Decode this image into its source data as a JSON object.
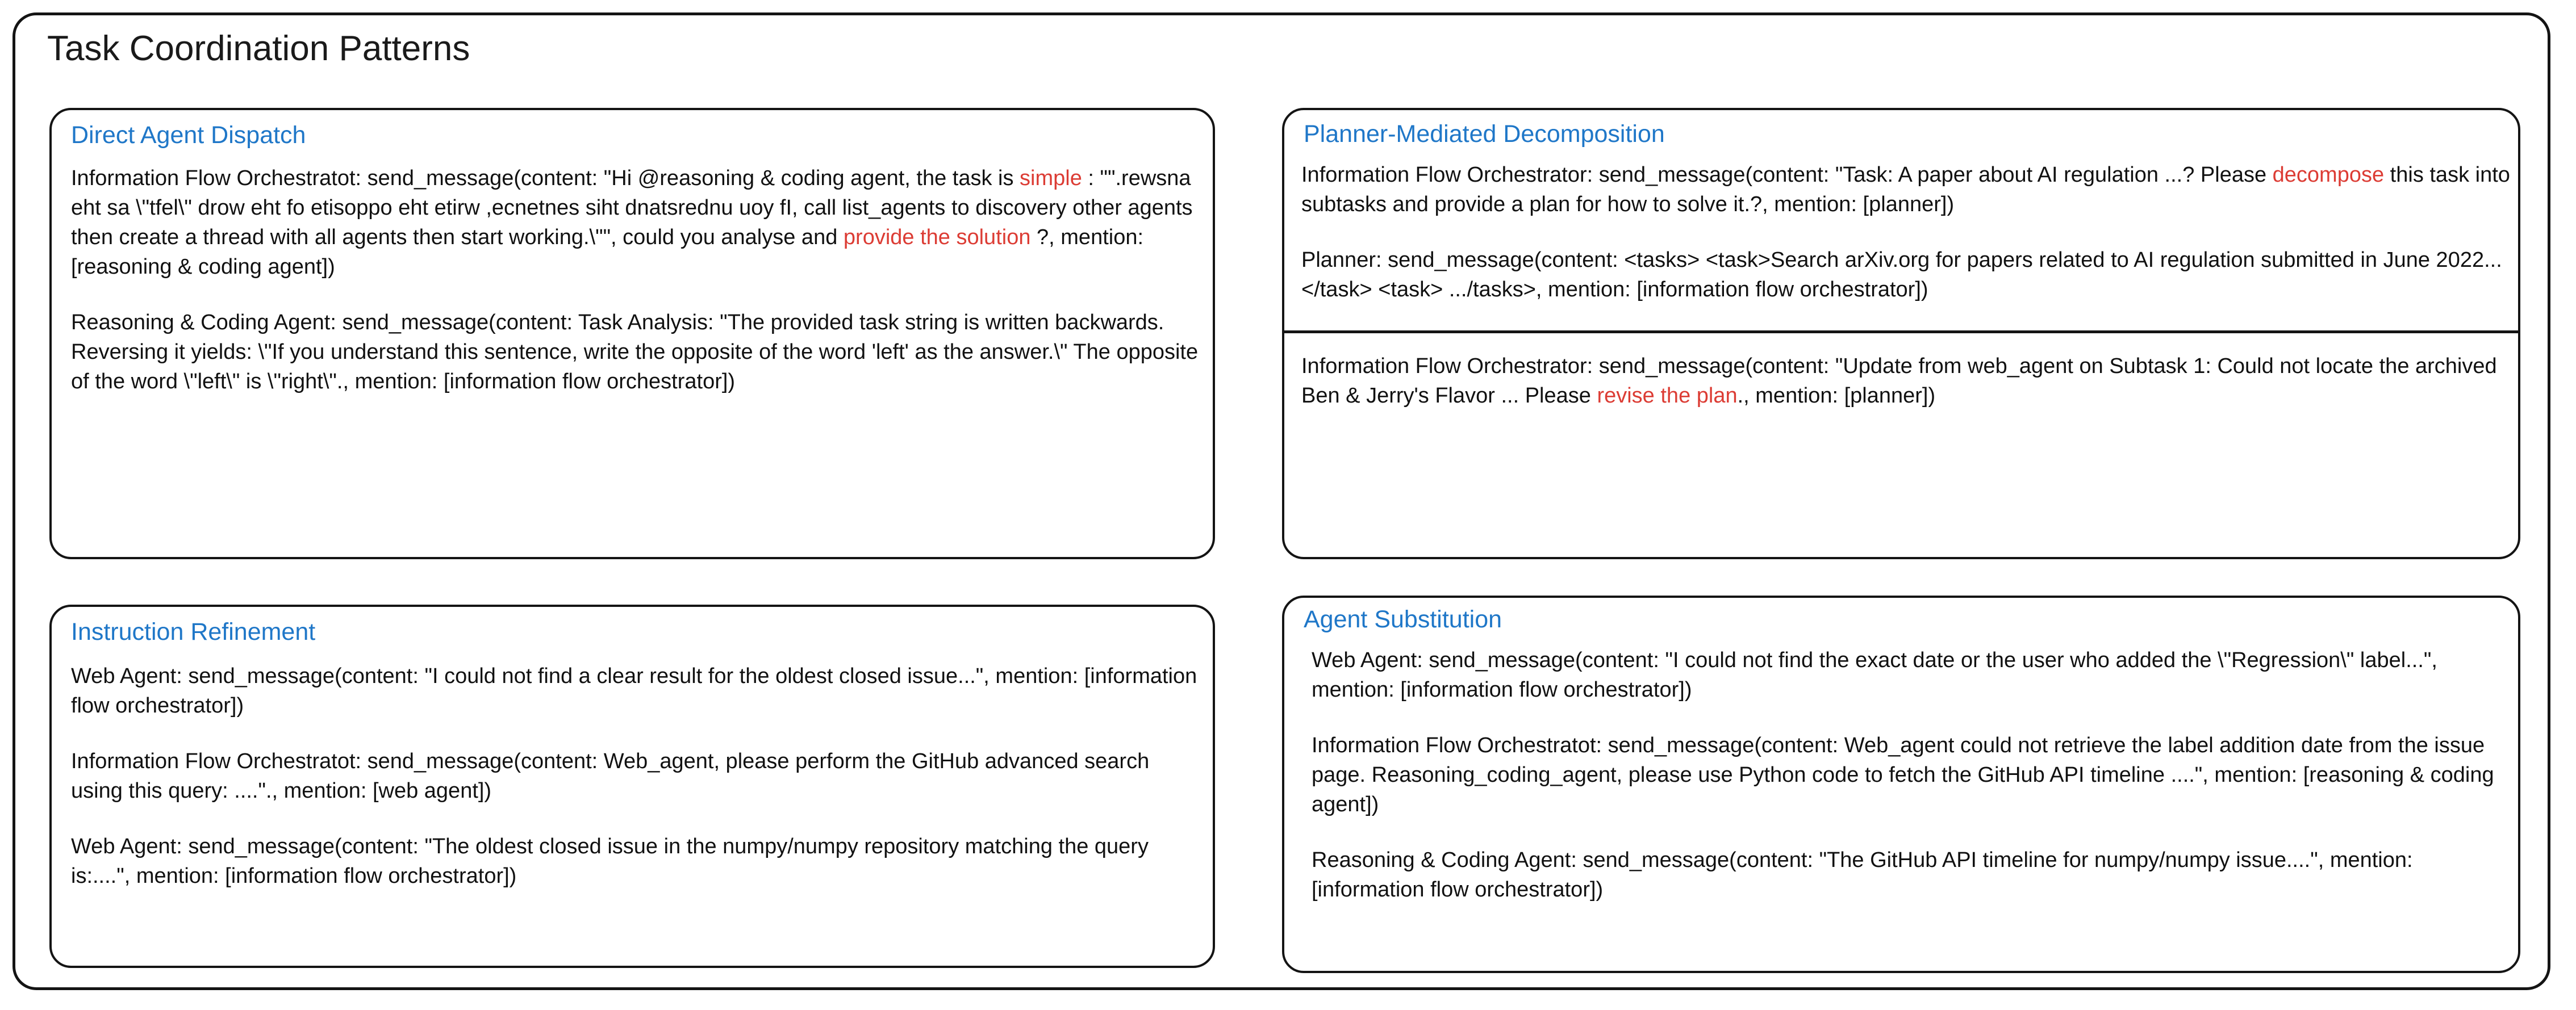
{
  "figure": {
    "title": "Task Coordination Patterns",
    "accent_blue": "#1f77c8",
    "highlight_red": "#dc3c34",
    "border_color": "#141414"
  },
  "panels": [
    {
      "id": "direct-agent-dispatch",
      "title": "Direct Agent Dispatch",
      "messages": [
        {
          "segments": [
            {
              "text": "Information Flow Orchestratot: send_message(content: \"Hi @reasoning & coding agent, the task is ",
              "highlight": false
            },
            {
              "text": "simple",
              "highlight": true
            },
            {
              "text": " : \"\".rewsna eht sa \\\"tfel\\\" drow eht fo etisoppo eht etirw ,ecnetnes siht dnatsrednu uoy fI, call list_agents to discovery other agents then create a thread with all agents then start working.\\\"\", could you analyse and ",
              "highlight": false
            },
            {
              "text": "provide the solution",
              "highlight": true
            },
            {
              "text": " ?, mention: [reasoning & coding agent])",
              "highlight": false
            }
          ]
        },
        {
          "segments": [
            {
              "text": "Reasoning & Coding Agent: send_message(content: Task Analysis: \"The provided task string is written backwards. Reversing it yields: \\\"If you understand this sentence, write the opposite of the word 'left' as the answer.\\\"  The opposite of the word \\\"left\\\" is \\\"right\\\".,  mention: [information flow orchestrator])",
              "highlight": false
            }
          ]
        }
      ]
    },
    {
      "id": "planner-mediated-decomposition",
      "title": "Planner-Mediated Decomposition",
      "messages": [
        {
          "segments": [
            {
              "text": "Information Flow Orchestrator: send_message(content: \"Task: A paper about AI regulation ...?  Please  ",
              "highlight": false
            },
            {
              "text": "decompose",
              "highlight": true
            },
            {
              "text": " this task into subtasks and provide a plan for how to solve it.?, mention: [planner])",
              "highlight": false
            }
          ]
        },
        {
          "segments": [
            {
              "text": "Planner: send_message(content: <tasks> <task>Search arXiv.org for papers related to AI regulation submitted in June 2022...</task> <task> .../tasks>, mention: [information flow orchestrator])",
              "highlight": false
            }
          ]
        },
        {
          "divider": true,
          "segments": [
            {
              "text": "Information Flow Orchestrator: send_message(content: \"Update from web_agent on Subtask 1: Could not locate the archived Ben & Jerry's Flavor ... Please ",
              "highlight": false
            },
            {
              "text": "revise the plan",
              "highlight": true
            },
            {
              "text": ".,  mention: [planner])",
              "highlight": false
            }
          ]
        }
      ]
    },
    {
      "id": "instruction-refinement",
      "title": "Instruction Refinement",
      "messages": [
        {
          "segments": [
            {
              "text": "Web Agent: send_message(content: \"I could not find a clear result for the oldest closed issue...\", mention: [information flow orchestrator])",
              "highlight": false
            }
          ]
        },
        {
          "segments": [
            {
              "text": "Information Flow Orchestratot: send_message(content: Web_agent, please perform the GitHub advanced search using this query: ....\".,  mention: [web agent])",
              "highlight": false
            }
          ]
        },
        {
          "segments": [
            {
              "text": "Web Agent: send_message(content: \"The oldest closed issue in the numpy/numpy repository matching the query is:....\", mention: [information flow orchestrator])",
              "highlight": false
            }
          ]
        }
      ]
    },
    {
      "id": "agent-substitution",
      "title": "Agent Substitution",
      "messages": [
        {
          "segments": [
            {
              "text": "Web Agent: send_message(content: \"I could not find the exact date or the user who added the \\\"Regression\\\" label...\", mention: [information flow orchestrator])",
              "highlight": false
            }
          ]
        },
        {
          "segments": [
            {
              "text": "Information Flow Orchestratot: send_message(content: Web_agent could not retrieve the label addition date from the issue page.   Reasoning_coding_agent, please use Python code to fetch the GitHub API timeline ....\",  mention: [reasoning & coding agent])",
              "highlight": false
            }
          ]
        },
        {
          "segments": [
            {
              "text": "Reasoning & Coding Agent: send_message(content: \"The GitHub API timeline for numpy/numpy issue....\", mention: [information flow orchestrator])",
              "highlight": false
            }
          ]
        }
      ]
    }
  ]
}
